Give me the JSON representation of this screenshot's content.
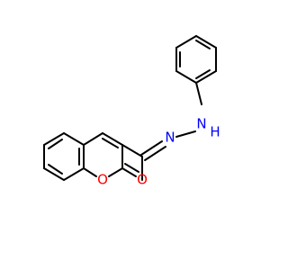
{
  "molecule": {
    "colors": {
      "bond": "#000000",
      "nitrogen": "#0000ff",
      "oxygen": "#ff0000",
      "carbon": "#000000"
    },
    "atom_labels": {
      "nh_n": "N",
      "nh_h": "H",
      "imine_n": "N",
      "ring_o": "O",
      "carbonyl_o": "O"
    }
  }
}
